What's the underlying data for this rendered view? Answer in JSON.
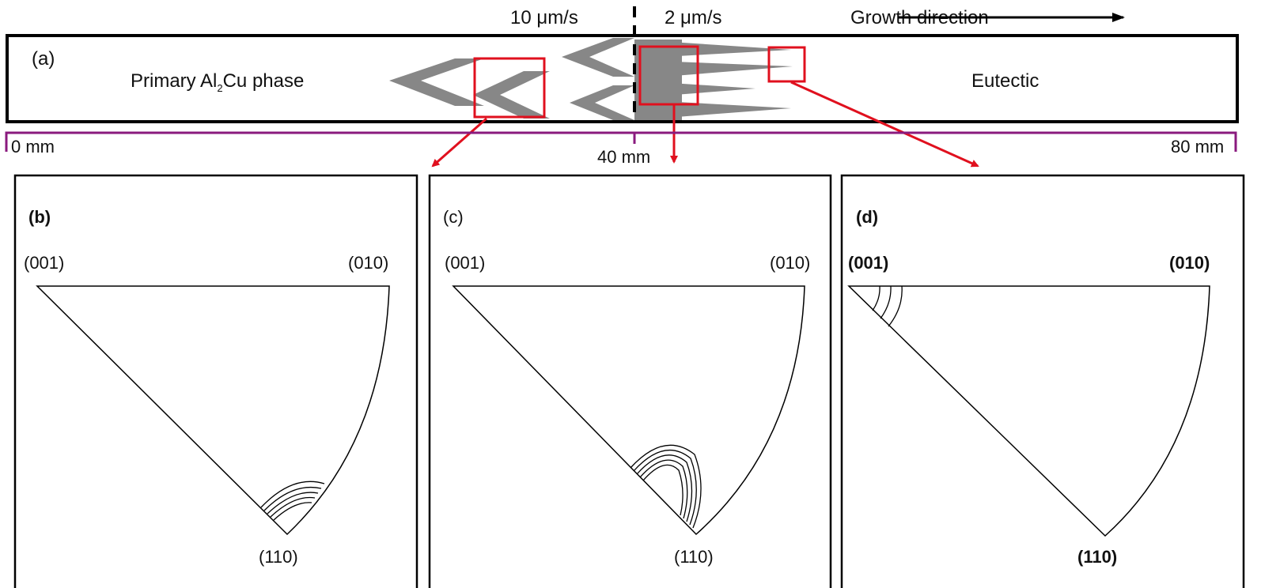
{
  "panel_a": {
    "label": "(a)",
    "speed_left": "10 μm/s",
    "speed_right": "2 μm/s",
    "growth_direction": "Growth direction",
    "primary_phase": "Primary Al",
    "primary_phase_sub": "2",
    "primary_phase_rest": "Cu phase",
    "eutectic": "Eutectic",
    "scale": {
      "start": "0 mm",
      "mid": "40 mm",
      "end": "80 mm"
    }
  },
  "pole_figures": [
    {
      "label": "(b)",
      "pole_001": "(001)",
      "pole_010": "(010)",
      "pole_110": "(110)"
    },
    {
      "label": "(c)",
      "pole_001": "(001)",
      "pole_010": "(010)",
      "pole_110": "(110)"
    },
    {
      "label": "(d)",
      "pole_001": "(001)",
      "pole_010": "(010)",
      "pole_110": "(110)"
    }
  ],
  "colors": {
    "phase_gray": "#878787",
    "highlight_red": "#e0101e",
    "scale_purple": "#8a1a7e"
  }
}
